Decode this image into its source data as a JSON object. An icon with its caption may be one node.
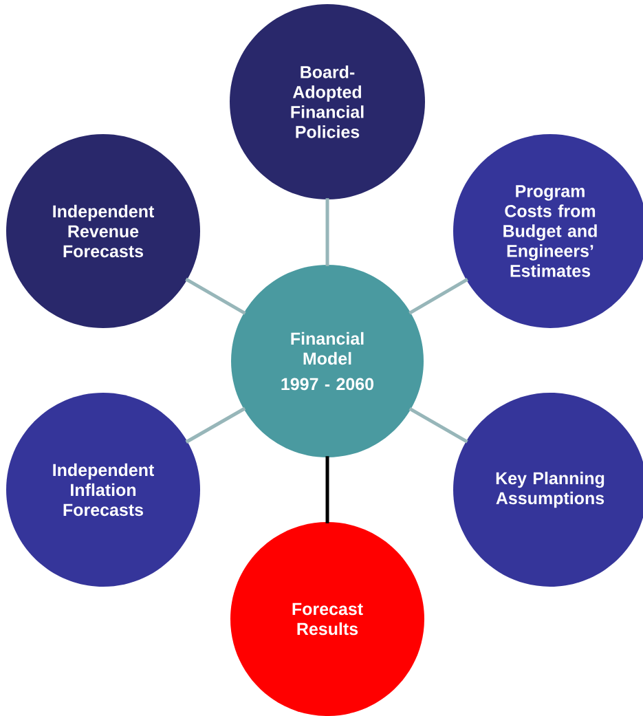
{
  "diagram": {
    "nodes": [
      {
        "text": [
          "Board-Adopted Financial Policies"
        ]
      },
      {
        "text": [
          "Independent Revenue Forecasts"
        ]
      },
      {
        "text": [
          "Program Costs from Budget and Engineers’ Estimates"
        ]
      },
      {
        "text": [
          "Financial Model",
          "1997 - 2060"
        ]
      },
      {
        "text": [
          "Independent Inflation Forecasts"
        ]
      },
      {
        "text": [
          "Key Planning Assumptions"
        ]
      },
      {
        "text": [
          "Forecast Results"
        ]
      }
    ],
    "edges": [
      {
        "from": 3,
        "to": 0,
        "arrow": "none"
      },
      {
        "from": 3,
        "to": 1,
        "arrow": "none"
      },
      {
        "from": 3,
        "to": 2,
        "arrow": "none"
      },
      {
        "from": 3,
        "to": 4,
        "arrow": "none"
      },
      {
        "from": 3,
        "to": 5,
        "arrow": "none"
      },
      {
        "from": 3,
        "to": 6,
        "arrow": "none",
        "color": "#000000"
      }
    ]
  }
}
